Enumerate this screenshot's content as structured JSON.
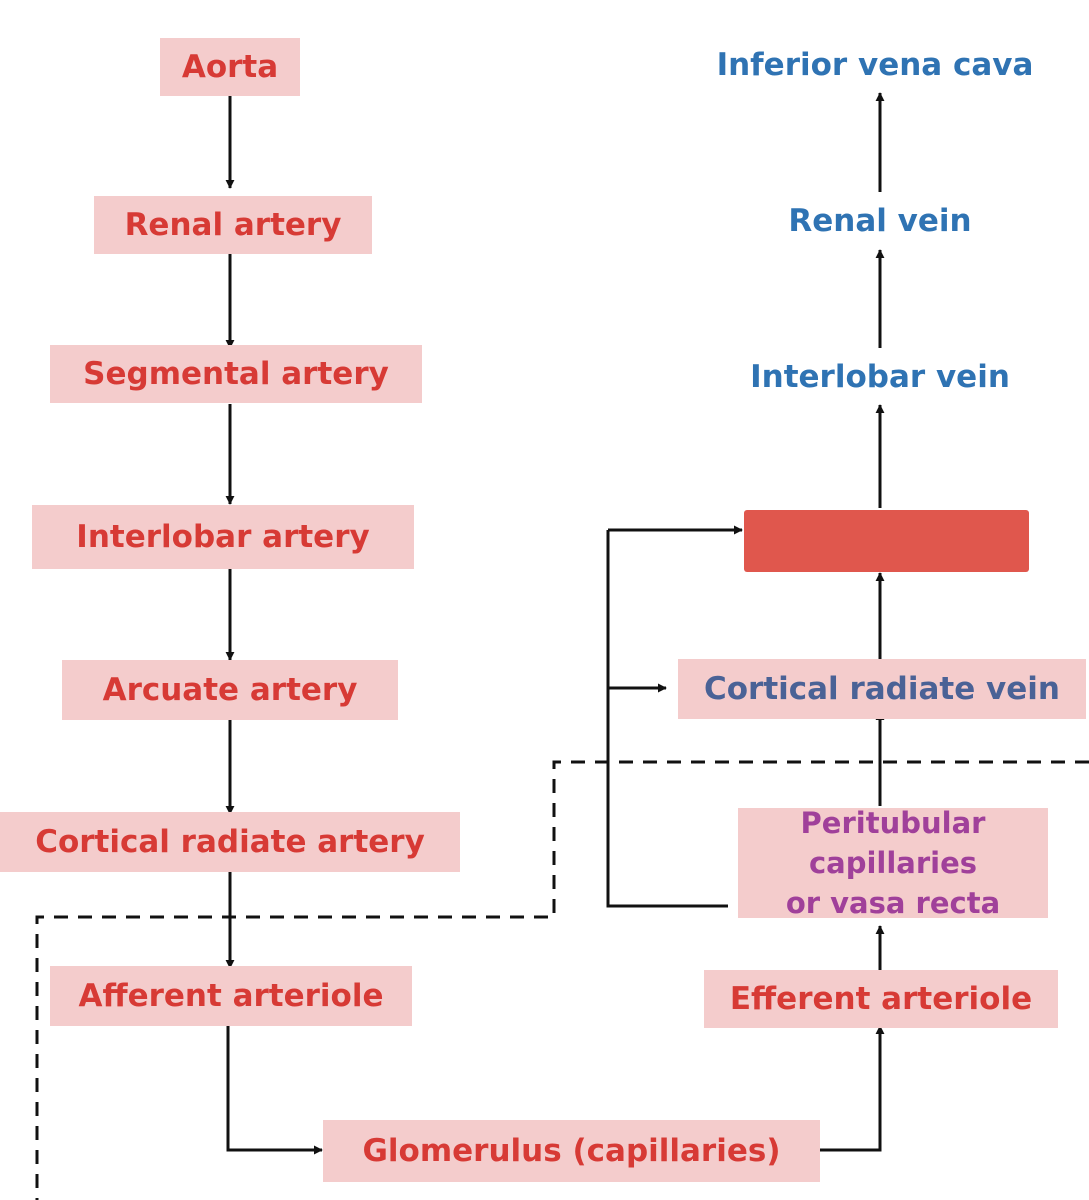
{
  "arterial_path": {
    "aorta": "Aorta",
    "renal_artery": "Renal artery",
    "segmental_artery": "Segmental artery",
    "interlobar_artery": "Interlobar artery",
    "arcuate_artery": "Arcuate artery",
    "cortical_radiate_artery": "Cortical radiate artery",
    "afferent_arteriole": "Afferent arteriole"
  },
  "glomerulus": "Glomerulus (capillaries)",
  "efferent_arteriole": "Efferent arteriole",
  "peritubular": {
    "line1": "Peritubular",
    "line2": "capillaries",
    "line3": "or vasa recta"
  },
  "venous_path": {
    "cortical_radiate_vein": "Cortical radiate vein",
    "interlobar_vein": "Interlobar vein",
    "renal_vein": "Renal vein",
    "inferior_vena_cava": "Inferior vena cava"
  },
  "colors": {
    "artery_text": "#d73a35",
    "vein_text": "#2f73b3",
    "box_fill": "#f4cccc",
    "blank_bar": "#e0574d"
  }
}
